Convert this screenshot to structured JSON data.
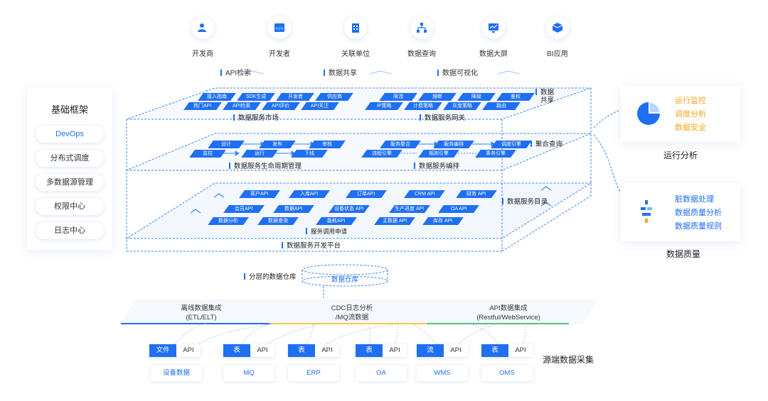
{
  "colors": {
    "accent": "#1f6ff2",
    "orange": "#f5a623",
    "line_blue": "#1f6ff2",
    "line_yellow": "#f7c948",
    "line_green": "#4cc57a"
  },
  "roles": [
    {
      "label": "开发商",
      "icon": "user-icon"
    },
    {
      "label": "开发者",
      "icon": "code-icon"
    },
    {
      "label": "关联单位",
      "icon": "building-icon"
    },
    {
      "label": "数据查询",
      "icon": "hierarchy-icon"
    },
    {
      "label": "数据大屏",
      "icon": "monitor-icon"
    },
    {
      "label": "BI应用",
      "icon": "cube-icon"
    }
  ],
  "top_tags": [
    "API检索",
    "数据共享",
    "数据可视化"
  ],
  "left_panel": {
    "title": "基础框架",
    "items": [
      "DevOps",
      "分布式调度",
      "多数据源管理",
      "权限中心",
      "日志中心"
    ]
  },
  "layer1": {
    "market_chips_row1": [
      "接入指南",
      "SDK生成",
      "开发者",
      "供应商"
    ],
    "market_chips_row2": [
      "热门API",
      "API检索",
      "API评价",
      "API关注"
    ],
    "market_label": "数据服务市场",
    "gateway_chips_row1": [
      "限流",
      "熔断",
      "降级",
      "鉴权"
    ],
    "gateway_chips_row2": [
      "IP策略",
      "计费策略",
      "灰度策略",
      "路由"
    ],
    "gateway_label": "数据服务网关",
    "side_label_1": "数据",
    "side_label_2": "共享"
  },
  "layer2": {
    "lifecycle_row1": [
      "设计",
      "发布",
      "审核"
    ],
    "lifecycle_row2": [
      "监控",
      "运行",
      "下线"
    ],
    "lifecycle_label": "数据服务生命周期管理",
    "orch_row1": [
      "服务聚合",
      "服务编排",
      "调度引擎"
    ],
    "orch_row2": [
      "流程引擎",
      "规则引擎",
      "事务引擎"
    ],
    "orch_label": "数据服务编排",
    "side_label": "聚合查询"
  },
  "layer3": {
    "row1": [
      "客户API",
      "入库API",
      "订单API",
      "CRM API",
      "财务 API"
    ],
    "row2": [
      "会员API",
      "数据API",
      "设备状态 API",
      "生产进度 API",
      "OA API"
    ],
    "row3": [
      "数据分析",
      "数据查询",
      "能耗API",
      "主数据 API",
      "库存 API"
    ],
    "apply_label": "服务调用申请",
    "side_label": "数据服务目录",
    "platform_label": "数据服务开发平台"
  },
  "warehouse": {
    "tag": "分层的数据仓库",
    "name": "数据仓库"
  },
  "ingest": [
    {
      "line1": "离线数据集成",
      "line2": "(ETL/ELT)"
    },
    {
      "line1": "CDC日志分析",
      "line2": "/MQ流数据"
    },
    {
      "line1": "API数据集成",
      "line2": "(Restful/WebService)"
    }
  ],
  "sources": [
    {
      "a": "文件",
      "b": "API",
      "name": "设备数据"
    },
    {
      "a": "表",
      "b": "API",
      "name": "MQ"
    },
    {
      "a": "表",
      "b": "API",
      "name": "ERP"
    },
    {
      "a": "表",
      "b": "API",
      "name": "OA"
    },
    {
      "a": "流",
      "b": "API",
      "name": "WMS"
    },
    {
      "a": "表",
      "b": "API",
      "name": "OMS"
    }
  ],
  "source_title": "源端数据采集",
  "ops": {
    "items": [
      "运行监控",
      "调度分析",
      "数据安全"
    ],
    "title": "运行分析",
    "chart": "pie-chart-icon"
  },
  "quality": {
    "items": [
      "脏数据处理",
      "数据质量分析",
      "数据质量规则"
    ],
    "title": "数据质量",
    "icon": "quality-icon"
  }
}
